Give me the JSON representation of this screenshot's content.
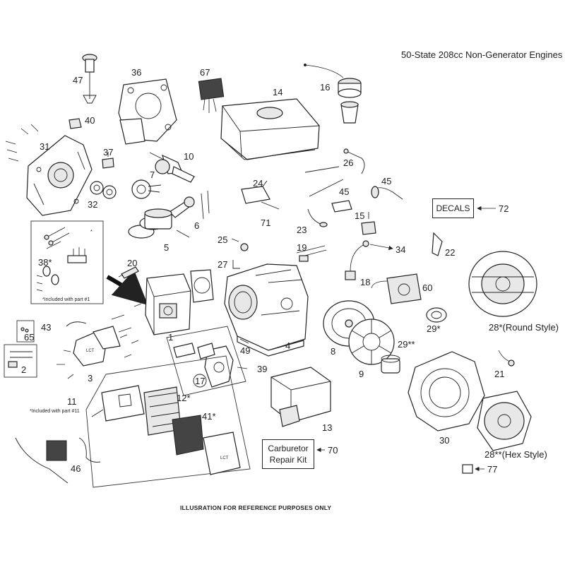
{
  "title": "50-State 208cc Non-Generator Engines",
  "footer": "ILLUSRATION FOR REFERENCE PURPOSES ONLY",
  "kit_boxes": {
    "decals": "DECALS",
    "carburetor_line1": "Carburetor",
    "carburetor_line2": "Repair Kit"
  },
  "notes": {
    "inset_note_part1": "*Included with part #1",
    "inset_note_part11": "*Included with part #11",
    "inset_asterisk": "*"
  },
  "part_labels": {
    "p1": "1",
    "p2": "2",
    "p3": "3",
    "p4": "4",
    "p5": "5",
    "p6": "6",
    "p7": "7",
    "p8": "8",
    "p9": "9",
    "p10": "10",
    "p11": "11",
    "p12": "12*",
    "p13": "13",
    "p14": "14",
    "p15": "15",
    "p16": "16",
    "p17": "17",
    "p18": "18",
    "p19": "19",
    "p20": "20",
    "p21": "21",
    "p22": "22",
    "p23": "23",
    "p24": "24",
    "p25": "25",
    "p26": "26",
    "p27": "27",
    "p28a": "28*(Round Style)",
    "p28b": "28**(Hex Style)",
    "p29a": "29**",
    "p29b": "29*",
    "p30": "30",
    "p31": "31",
    "p32": "32",
    "p34": "34",
    "p36": "36",
    "p37": "37",
    "p38": "38*",
    "p39": "39",
    "p40": "40",
    "p41": "41*",
    "p43": "43",
    "p45a": "45",
    "p45b": "45",
    "p46": "46",
    "p47": "47",
    "p49": "49",
    "p60": "60",
    "p65": "65",
    "p67": "67",
    "p70": "70",
    "p71": "71",
    "p72": "72",
    "p77": "77"
  },
  "icons": {
    "decal_sticker": "LCT"
  }
}
